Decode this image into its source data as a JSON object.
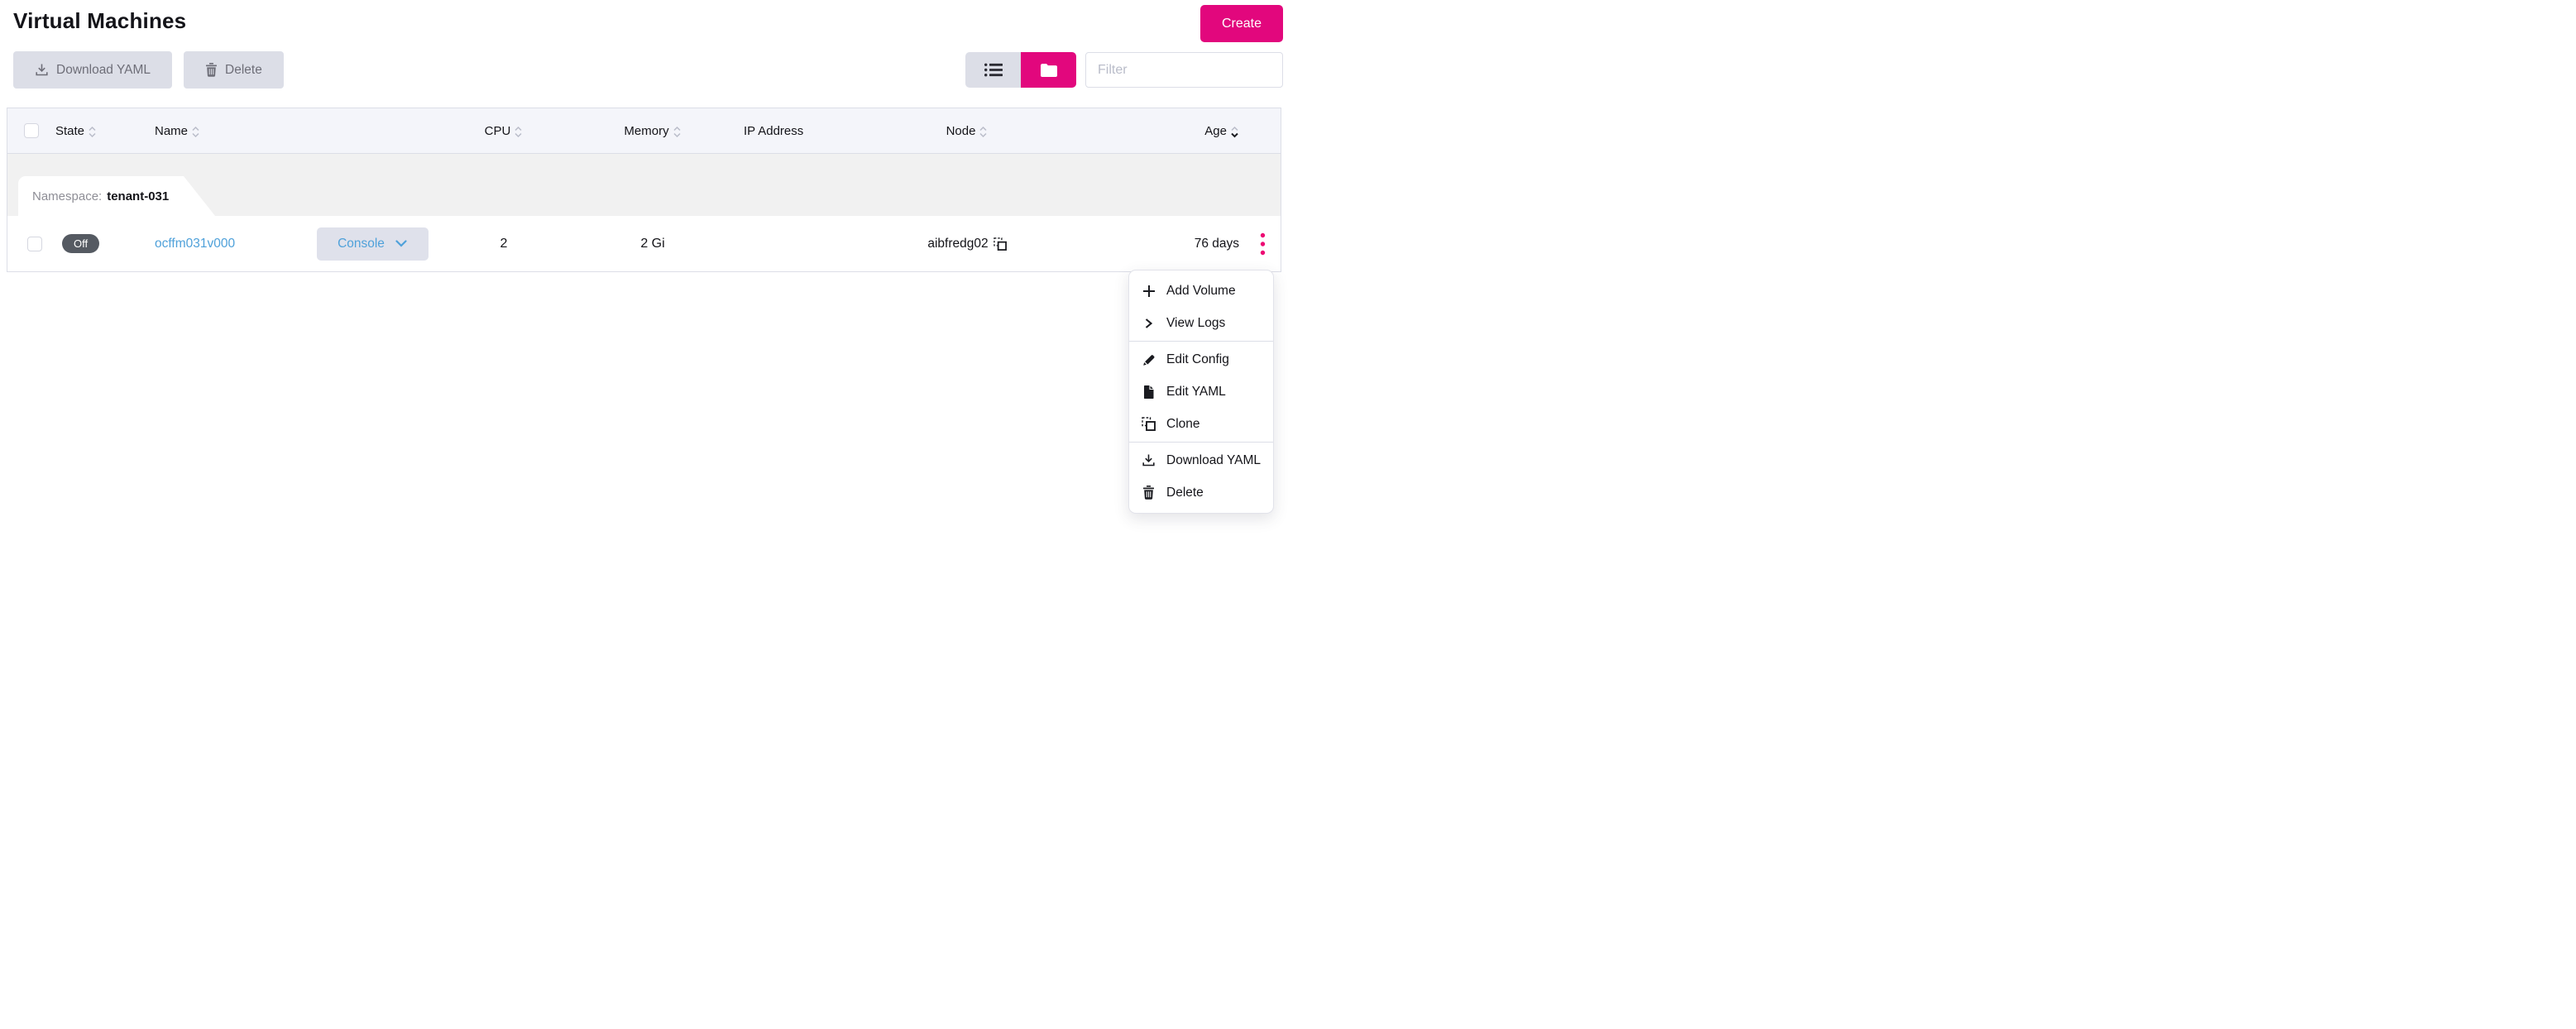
{
  "page": {
    "title": "Virtual Machines"
  },
  "actions": {
    "create": "Create"
  },
  "toolbar": {
    "download_yaml": "Download YAML",
    "delete": "Delete",
    "filter_placeholder": "Filter",
    "view_modes": {
      "list_active": false,
      "grouped_active": true
    }
  },
  "table": {
    "headers": {
      "state": "State",
      "name": "Name",
      "cpu": "CPU",
      "memory": "Memory",
      "ip_address": "IP Address",
      "node": "Node",
      "age": "Age"
    },
    "sort": {
      "active_column": "Age",
      "direction": "desc"
    },
    "group": {
      "label": "Namespace:",
      "value": "tenant-031"
    },
    "rows": [
      {
        "state": "Off",
        "name": "ocffm031v000",
        "console": "Console",
        "cpu": "2",
        "memory": "2 Gi",
        "ip_address": "",
        "node": "aibfredg02",
        "age": "76 days"
      }
    ]
  },
  "context_menu": {
    "items": [
      {
        "icon": "plus-icon",
        "label": "Add Volume"
      },
      {
        "icon": "chevron-right-icon",
        "label": "View Logs"
      },
      {
        "icon": "pencil-icon",
        "label": "Edit Config"
      },
      {
        "icon": "file-icon",
        "label": "Edit YAML"
      },
      {
        "icon": "clone-icon",
        "label": "Clone"
      },
      {
        "icon": "download-icon",
        "label": "Download YAML"
      },
      {
        "icon": "trash-icon",
        "label": "Delete"
      }
    ]
  },
  "colors": {
    "accent": "#e2077d",
    "link": "#4fa1da",
    "badge_off": "#555a62",
    "header_bg": "#f4f5fa",
    "group_bg": "#f1f1f1"
  }
}
